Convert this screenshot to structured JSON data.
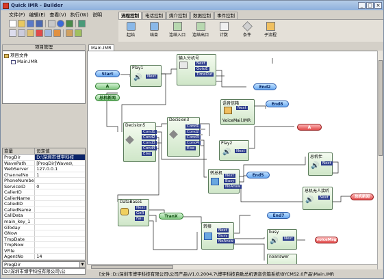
{
  "window": {
    "title": "Quick IMR - Builder",
    "buttons": [
      "_",
      "□",
      "×"
    ]
  },
  "menu": [
    "文件(F)",
    "编辑(E)",
    "查看(V)",
    "执行(W)",
    "说明"
  ],
  "ribbon": {
    "tabs": [
      "流程控制",
      "电话控制",
      "媒介控制",
      "数据控制",
      "事件控制"
    ],
    "tools": [
      "起始",
      "结束",
      "连结入口",
      "连结出口",
      "计数",
      "条件",
      "子流程"
    ]
  },
  "left_panel": {
    "header": "项目管理",
    "tree": [
      {
        "label": "项目文件"
      },
      {
        "label": "Main.IMR"
      }
    ],
    "props_head": [
      "变量",
      "设定值"
    ],
    "props": [
      [
        "ProgDir",
        "D:\\深圳市博宇科技"
      ],
      [
        "WavePath",
        "[ProgDir]Waves\\"
      ],
      [
        "WebServer",
        "127.0.0.1"
      ],
      [
        "ChannelNo",
        "1"
      ],
      [
        "PhoneNumber",
        ""
      ],
      [
        "ServiceID",
        "0"
      ],
      [
        "CallerID",
        ""
      ],
      [
        "CallerName",
        ""
      ],
      [
        "CalledID",
        ""
      ],
      [
        "CalledName",
        ""
      ],
      [
        "CallData",
        ""
      ],
      [
        "main_key_1",
        ""
      ],
      [
        "GToday",
        ""
      ],
      [
        "GNow",
        ""
      ],
      [
        "TmpDate",
        ""
      ],
      [
        "TmpNow",
        ""
      ],
      [
        "VFile",
        ""
      ],
      [
        "AgentNo",
        "14"
      ]
    ],
    "combo": "ProgDir",
    "desc": "D:\\深圳市博宇科技有限公司\\公"
  },
  "doc_tab": "Main.IMR",
  "status": "[文件 :D:\\深圳市博宇科技有限公司\\公司产品\\V1.0.2004.7\\博宇科技自助总机语音信箱系统\\BYCMS2.0产品\\Main.IMR",
  "flow": {
    "pills": {
      "start": "Start",
      "a1": "A",
      "zongji1": "总机新闻",
      "end2": "End2",
      "end8": "End8",
      "a2": "A",
      "end5": "End5",
      "zongji2": "总机新闻",
      "tranx": "TranX",
      "end7": "End7",
      "voicemsg": "voiceMsg"
    },
    "nodes": {
      "play1": "Play1",
      "ivr": "输入分机号",
      "voicemail_t": "语音信箱",
      "voicemail_b": "VoiceMail.IMR",
      "decision5": "Decision5",
      "decision3": "Decision3",
      "play2": "Play2",
      "zongjimang": "总机忙",
      "zhuanzongji": "转总机",
      "zongjiwuren": "总机无人接听",
      "database1": "DataBase1",
      "zhuanjie": "转接",
      "busy": "busy",
      "noanswer": "noanswer"
    },
    "ports": {
      "next": "Next",
      "gotoerr": "GotoE",
      "timeout": "TimeOut",
      "cond1": "Cond1",
      "cond2": "Cond2",
      "cond3": "Cond3",
      "cond4": "Cond4",
      "else": "Else",
      "busy": "Busy",
      "noanswer": "NoAnsw",
      "gor": "GoR",
      "fail": "Fail"
    }
  },
  "colors": {
    "pill_blue": "#6aa8f0",
    "pill_green": "#80c880",
    "pill_red": "#e04a4a",
    "node_green": "#cfe6c8",
    "port_blue": "#2a3a8a",
    "selection": "#0a246a"
  }
}
